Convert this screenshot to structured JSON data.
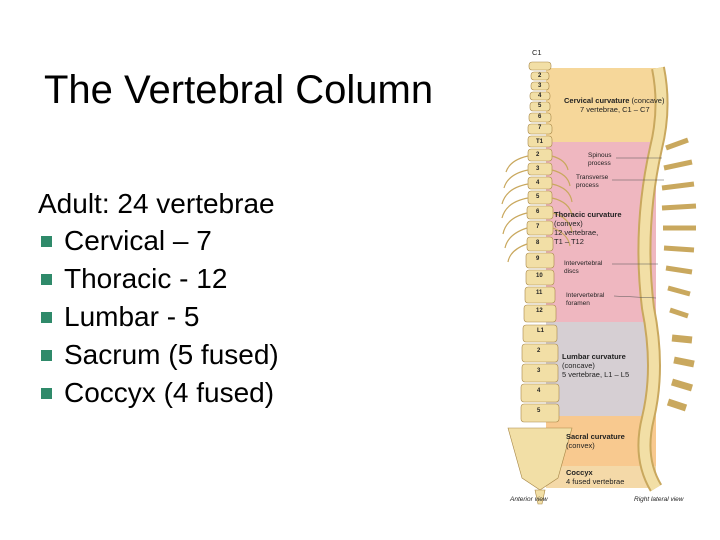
{
  "title": "The Vertebral Column",
  "lead": "Adult:  24 vertebrae",
  "bullets": [
    "Cervical – 7",
    "Thoracic - 12",
    "Lumbar - 5",
    "Sacrum (5 fused)",
    "Coccyx (4 fused)"
  ],
  "colors": {
    "bullet": "#2f8a6a",
    "cervical": "#f6d79a",
    "thoracic": "#efb7c0",
    "lumbar": "#d6cfd3",
    "sacral": "#f8c98f",
    "coccyx": "#f4d9a8",
    "bone": "#f2dfa6"
  },
  "figure": {
    "top_label": "C1",
    "cervical": {
      "name": "Cervical curvature",
      "type": "(concave)",
      "detail": "7 vertebrae, C1 – C7"
    },
    "thoracic": {
      "name": "Thoracic curvature",
      "type": "(convex)",
      "detail": "12 vertebrae,",
      "detail2": "T1 – T12"
    },
    "lumbar": {
      "name": "Lumbar curvature",
      "type": "(concave)",
      "detail": "5 vertebrae, L1 – L5"
    },
    "sacral": {
      "name": "Sacral curvature",
      "type": "(convex)"
    },
    "coccyx": {
      "name": "Coccyx",
      "detail": "4 fused vertebrae"
    },
    "annotations": {
      "spinous": [
        "Spinous",
        "process"
      ],
      "transverse": [
        "Transverse",
        "process"
      ],
      "disc": [
        "Intervertebral",
        "discs"
      ],
      "foramen": [
        "Intervertebral",
        "foramen"
      ]
    },
    "numbers": {
      "cervical": [
        "2",
        "3",
        "4",
        "5",
        "6",
        "7"
      ],
      "t1": "T1",
      "thoracic": [
        "2",
        "3",
        "4",
        "5",
        "6",
        "7",
        "8",
        "9",
        "10",
        "11",
        "12"
      ],
      "l1": "L1",
      "lumbar": [
        "2",
        "3",
        "4",
        "5"
      ]
    },
    "anterior_view": "Anterior view",
    "lateral_view": "Right lateral view"
  }
}
